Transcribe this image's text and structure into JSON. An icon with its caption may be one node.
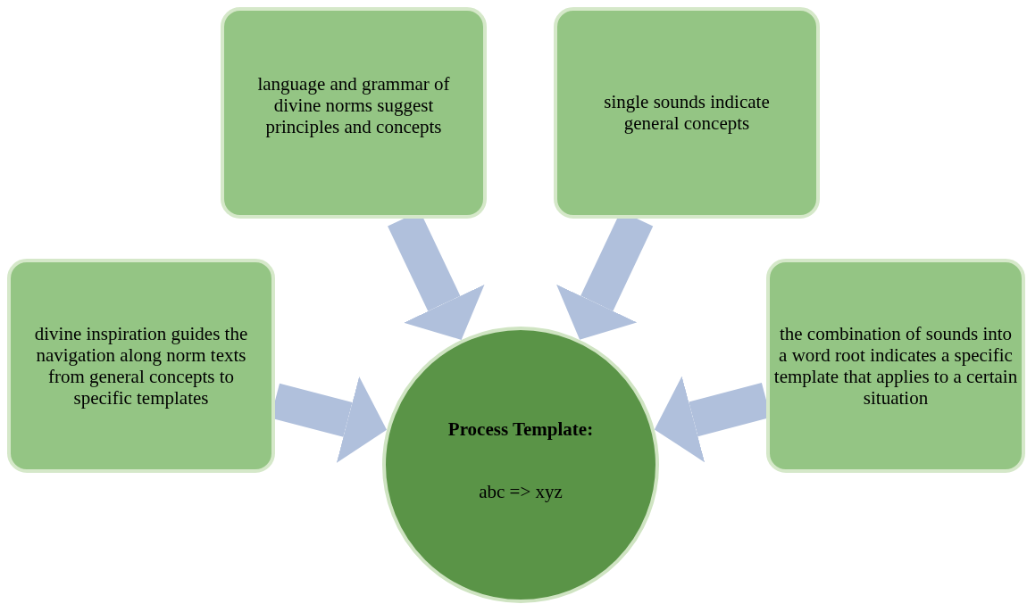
{
  "diagram": {
    "nodes": [
      {
        "text": [
          "language and grammar of divine norms suggest principles and concepts"
        ]
      },
      {
        "text": [
          "single sounds indicate general concepts"
        ]
      },
      {
        "text": [
          "divine inspiration guides the navigation along norm texts from general concepts to specific templates"
        ]
      },
      {
        "text": [
          "the combination of sounds into a word root indicates a specific template that applies to a certain situation"
        ]
      },
      {
        "text": [
          "Process Template:",
          "abc => xyz"
        ]
      }
    ],
    "edges": [
      {
        "from": 0,
        "to": 4,
        "arrow": "to"
      },
      {
        "from": 1,
        "to": 4,
        "arrow": "to"
      },
      {
        "from": 2,
        "to": 4,
        "arrow": "to"
      },
      {
        "from": 3,
        "to": 4,
        "arrow": "to"
      }
    ]
  }
}
